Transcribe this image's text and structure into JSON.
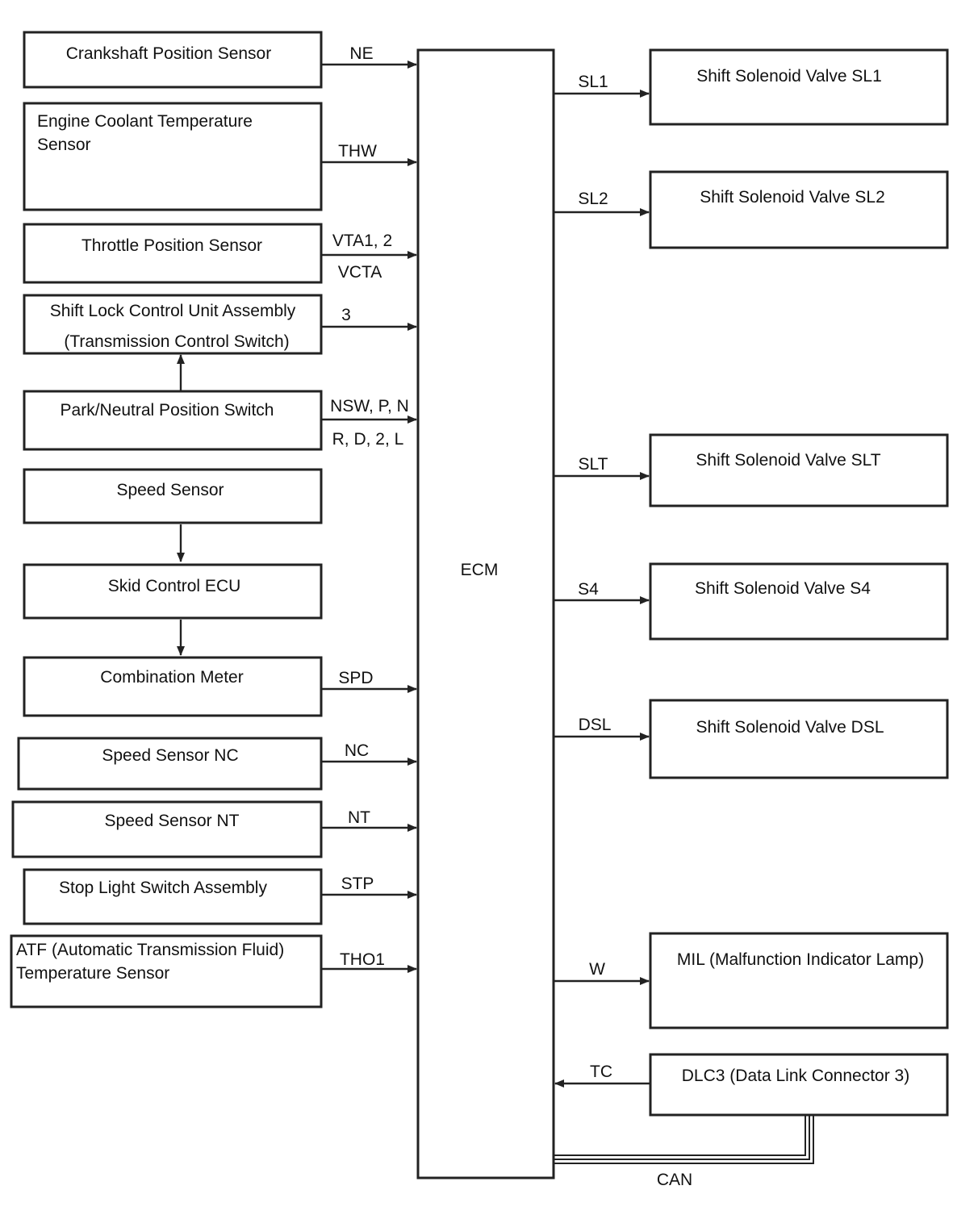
{
  "ecm": {
    "label": "ECM"
  },
  "inputs": [
    {
      "id": "crankshaft",
      "lines": [
        "Crankshaft Position Sensor"
      ],
      "signals": [
        "NE"
      ]
    },
    {
      "id": "coolant",
      "lines": [
        "Engine Coolant Temperature",
        "Sensor"
      ],
      "signals": [
        "THW"
      ]
    },
    {
      "id": "throttle",
      "lines": [
        "Throttle Position Sensor"
      ],
      "signals": [
        "VTA1, 2",
        "VCTA"
      ]
    },
    {
      "id": "shift-lock",
      "lines": [
        "Shift Lock Control Unit Assembly",
        "(Transmission Control Switch)"
      ],
      "signals": [
        "3"
      ]
    },
    {
      "id": "park-neutral",
      "lines": [
        "Park/Neutral Position Switch"
      ],
      "signals": [
        "NSW, P, N",
        "R, D, 2, L"
      ]
    },
    {
      "id": "speed-sensor",
      "lines": [
        "Speed Sensor"
      ],
      "signals": []
    },
    {
      "id": "skid-ecu",
      "lines": [
        "Skid Control ECU"
      ],
      "signals": []
    },
    {
      "id": "combination-meter",
      "lines": [
        "Combination Meter"
      ],
      "signals": [
        "SPD"
      ]
    },
    {
      "id": "speed-sensor-nc",
      "lines": [
        "Speed Sensor NC"
      ],
      "signals": [
        "NC"
      ]
    },
    {
      "id": "speed-sensor-nt",
      "lines": [
        "Speed Sensor NT"
      ],
      "signals": [
        "NT"
      ]
    },
    {
      "id": "stop-light",
      "lines": [
        "Stop Light Switch Assembly"
      ],
      "signals": [
        "STP"
      ]
    },
    {
      "id": "atf-temp",
      "lines": [
        "ATF (Automatic Transmission Fluid)",
        "Temperature Sensor"
      ],
      "signals": [
        "THO1"
      ]
    }
  ],
  "outputs": [
    {
      "id": "sl1",
      "lines": [
        "Shift Solenoid Valve SL1"
      ],
      "signal": "SL1"
    },
    {
      "id": "sl2",
      "lines": [
        "Shift Solenoid Valve SL2"
      ],
      "signal": "SL2"
    },
    {
      "id": "slt",
      "lines": [
        "Shift Solenoid Valve SLT"
      ],
      "signal": "SLT"
    },
    {
      "id": "s4",
      "lines": [
        "Shift Solenoid Valve S4"
      ],
      "signal": "S4"
    },
    {
      "id": "dsl",
      "lines": [
        "Shift Solenoid Valve DSL"
      ],
      "signal": "DSL"
    },
    {
      "id": "mil",
      "lines": [
        "MIL (Malfunction Indicator Lamp)"
      ],
      "signal": "W"
    },
    {
      "id": "dlc3",
      "lines": [
        "DLC3 (Data Link Connector 3)"
      ],
      "signal": "TC"
    }
  ],
  "bus": {
    "label": "CAN"
  }
}
